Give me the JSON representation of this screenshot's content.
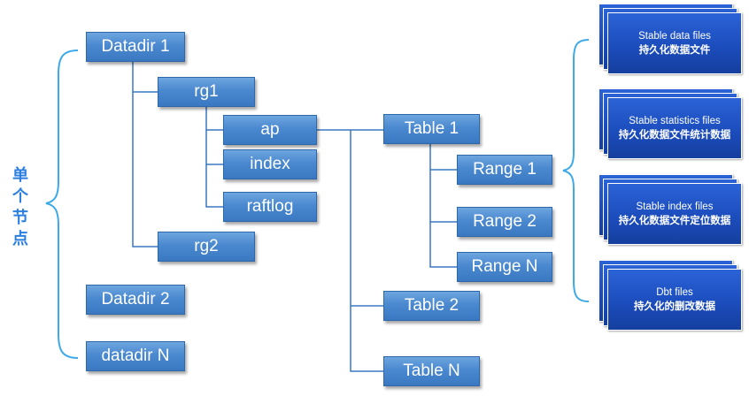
{
  "side_label": "单个节点",
  "datadirs": [
    "Datadir 1",
    "Datadir 2",
    "datadir N"
  ],
  "rgs": [
    "rg1",
    "rg2"
  ],
  "rg1_children": [
    "ap",
    "index",
    "raftlog"
  ],
  "tables": [
    "Table 1",
    "Table 2",
    "Table N"
  ],
  "ranges": [
    "Range 1",
    "Range 2",
    "Range N"
  ],
  "files": [
    {
      "title": "Stable data files",
      "subtitle": "持久化数据文件"
    },
    {
      "title": "Stable statistics files",
      "subtitle": "持久化数据文件统计数据"
    },
    {
      "title": "Stable index files",
      "subtitle": "持久化数据文件定位数据"
    },
    {
      "title": "Dbt files",
      "subtitle": "持久化的删改数据"
    }
  ],
  "colors": {
    "box": "#4a88cf",
    "connector": "#3a78c2",
    "brace": "#3ea9e8",
    "doc": "#1c4dbd",
    "side_label": "#2c7fe0"
  }
}
